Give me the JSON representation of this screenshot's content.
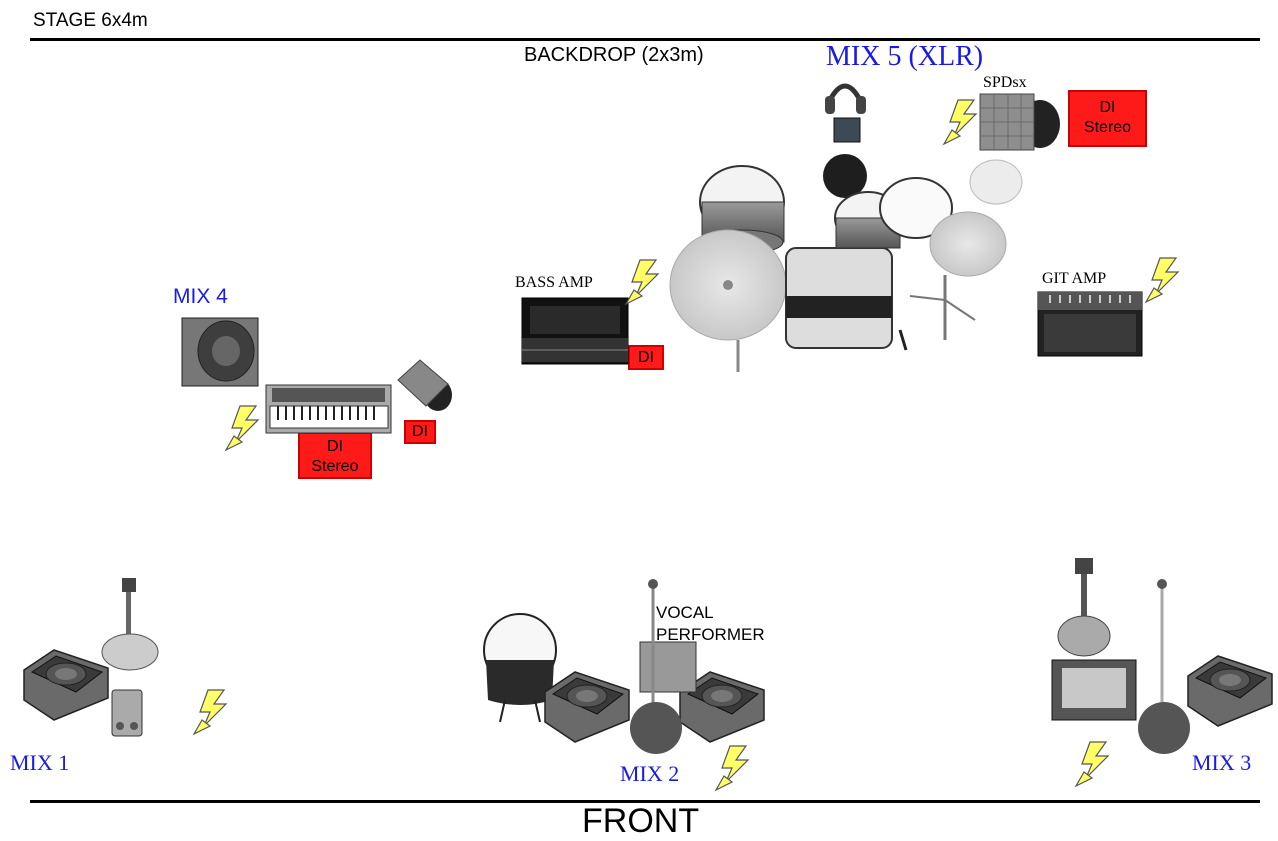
{
  "stage": {
    "title": "STAGE 6x4m",
    "backdrop": "BACKDROP (2x3m)",
    "front": "FRONT"
  },
  "mixes": {
    "mix1": "MIX 1",
    "mix2": "MIX 2",
    "mix3": "MIX 3",
    "mix4": "MIX 4",
    "mix5": "MIX 5 (XLR)"
  },
  "labels": {
    "spdsx": "SPDsx",
    "bass_amp": "BASS AMP",
    "git_amp": "GIT AMP",
    "vocal_performer": "VOCAL\nPERFORMER"
  },
  "di_boxes": {
    "di": "DI",
    "di_stereo": "DI\nStereo"
  },
  "colors": {
    "mix_label": "#1a1ae6",
    "di_box": "#ff1a1a",
    "power": "#ffff66"
  }
}
